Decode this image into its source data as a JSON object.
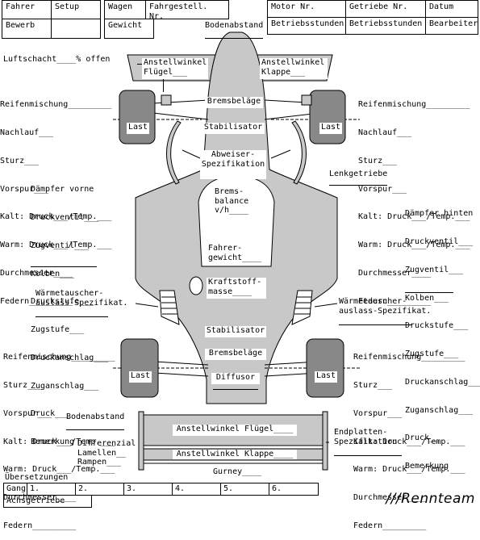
{
  "header": {
    "fahrer": "Fahrer",
    "setup": "Setup",
    "bewerb": "Bewerb",
    "wagen": "Wagen",
    "fahrgestell": "Fahrgestell. Nr.",
    "gewicht": "Gewicht",
    "motor": "Motor Nr.",
    "getriebe_nr": "Getriebe Nr.",
    "datum": "Datum",
    "betriebsstunden_1": "Betriebsstunden",
    "betriebsstunden_2": "Betriebsstunden",
    "bearbeiter": "Bearbeiter",
    "bodenabstand": "Bodenabstand"
  },
  "front": {
    "luftschacht": "Luftschacht____% offen",
    "anstellwinkel_fluegel": "Anstellwinkel\nFlügel___",
    "anstellwinkel_klappe": "Anstellwinkel\nKlappe___",
    "bremsbelaege": "Bremsbeläge",
    "stabilisator": "Stabilisator",
    "abweiser": "Abweiser-\nSpezifikation",
    "lenkgetriebe": "Lenkgetriebe",
    "last_left": "Last",
    "last_right": "Last"
  },
  "front_left": [
    "Reifenmischung_________",
    "Nachlauf___",
    "Sturz___",
    "Vorspur___",
    "Kalt: Druck___/Temp.___",
    "Warm: Druck___/Temp.___",
    "Durchmesser____",
    "Federn_________"
  ],
  "front_right": [
    "Reifenmischung_________",
    "Nachlauf___",
    "Sturz___",
    "Vorspur___",
    "Kalt: Druck___/Temp.___",
    "Warm: Druck___/Temp.___",
    "Durchmesser____",
    "Federn_________"
  ],
  "daempfer_vorne": [
    "Dämpfer vorne",
    "Druckventil___",
    "Zugventil___",
    "Kolben___",
    "Druckstufe___",
    "Zugstufe___",
    "Druckanschlag___",
    "Zuganschlag___",
    "Druck___",
    "Bemerkung"
  ],
  "daempfer_hinten": [
    "Dämpfer hinten",
    "Druckventil___",
    "Zugventil___",
    "Kolben___",
    "Druckstufe___",
    "Zugstufe___",
    "Druckanschlag___",
    "Zuganschlag___",
    "Druck__",
    "Bemerkung"
  ],
  "middle": {
    "bremsbalance": "Brems-\nbalance\nv/h____",
    "fahrergewicht": "Fahrer-\ngewicht____",
    "kraftstoff": "Kraftstoff-\nmasse____",
    "waermetauscher_left": "Wärmetauscher-\nauslass-Spezifikat.",
    "waermetauscher_right": "Wärmetauscher-\nauslass-Spezifikat."
  },
  "rear": {
    "stabilisator": "Stabilisator",
    "bremsbelaege": "Bremsbeläge",
    "diffusor": "Diffusor",
    "last_left": "Last",
    "last_right": "Last",
    "bodenabstand": "Bodenabstand",
    "differenzial": "Differenzial\nLamellen__\nRampen___",
    "anstellwinkel_fluegel": "Anstellwinkel Flügel____",
    "anstellwinkel_klappe": "Anstellwinkel Klappe____",
    "endplatten": "Endplatten-\nSpezifikation",
    "gurney": "Gurney____"
  },
  "rear_left": [
    "Reifenmischung_________",
    "Sturz___",
    "Vorspur___",
    "Kalt: Druck___/Temp.___",
    "Warm: Druck___/Temp.___",
    "Durchmesser____",
    "Federn_________"
  ],
  "rear_right": [
    "Reifenmischung_________",
    "Sturz___",
    "Vorspur___",
    "Kalt: Druck___/Temp.___",
    "Warm: Druck___/Temp.___",
    "Durchmesser____",
    "Federn_________"
  ],
  "gears": {
    "title": "Übersetzungen",
    "gang": "Gang",
    "g1": "1.",
    "g2": "2.",
    "g3": "3.",
    "g4": "4.",
    "g5": "5.",
    "g6": "6.",
    "achsgetriebe": "Achsgetriebe"
  },
  "brand": "///Rennteam",
  "colors": {
    "body": "#c8c8c8",
    "tire": "#888888",
    "line": "#000000"
  }
}
